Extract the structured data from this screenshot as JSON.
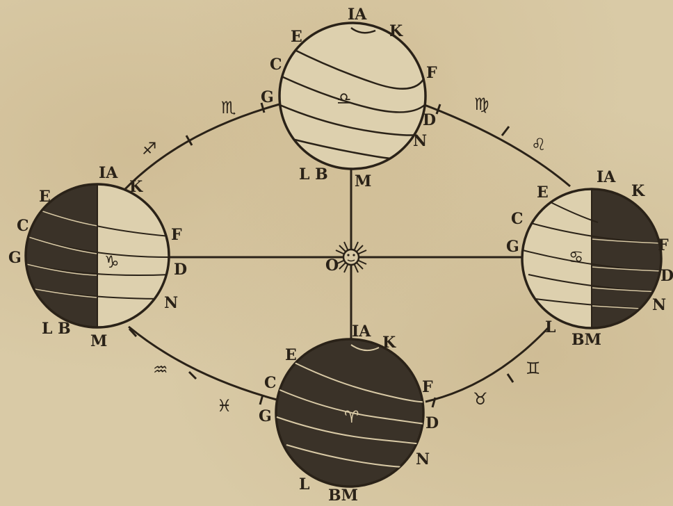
{
  "colors": {
    "paper": "#d9caa6",
    "ink": "#2a2218",
    "shade": "#3a3228"
  },
  "sun": {
    "label": "O",
    "icon": "sun-icon"
  },
  "signs": {
    "libra": "♎",
    "virgo": "♍",
    "leo": "♌",
    "cancer": "♋",
    "gemini": "♊",
    "taurus": "♉",
    "aries": "♈",
    "pisces": "♓",
    "aquarius": "♒",
    "capricorn": "♑",
    "sagittarius": "♐",
    "scorpio": "♏"
  },
  "globes": {
    "top": {
      "sign_label": "♎",
      "labels": {
        "IA": "IA",
        "K": "K",
        "E": "E",
        "C": "C",
        "G": "G",
        "F": "F",
        "D": "D",
        "N": "N",
        "LB": "L B",
        "M": "M"
      }
    },
    "left": {
      "sign_label": "♑",
      "labels": {
        "IA": "IA",
        "K": "K",
        "E": "E",
        "C": "C",
        "G": "G",
        "F": "F",
        "D": "D",
        "N": "N",
        "LB": "L B",
        "M": "M"
      }
    },
    "right": {
      "sign_label": "♋",
      "labels": {
        "IA": "IA",
        "K": "K",
        "E": "E",
        "C": "C",
        "G": "G",
        "F": "F",
        "D": "D",
        "N": "N",
        "LB": "L",
        "M": "BM"
      }
    },
    "bottom": {
      "sign_label": "♈",
      "labels": {
        "IA": "IA",
        "K": "K",
        "E": "E",
        "C": "C",
        "G": "G",
        "F": "F",
        "D": "D",
        "N": "N",
        "LB": "L",
        "M": "BM"
      }
    }
  }
}
